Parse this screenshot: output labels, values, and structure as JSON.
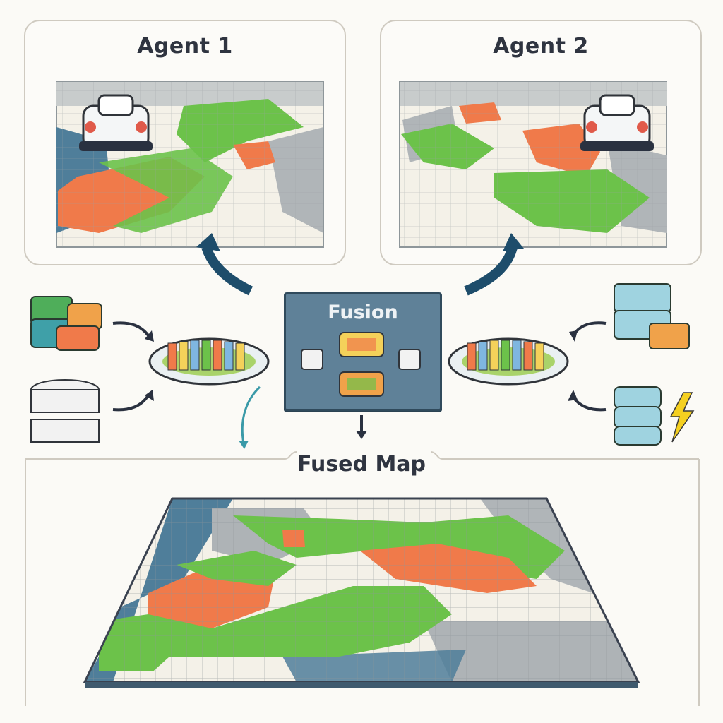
{
  "agents": [
    {
      "title": "Agent 1"
    },
    {
      "title": "Agent 2"
    }
  ],
  "fusion": {
    "title": "Fusion"
  },
  "fused_map": {
    "title": "Fused Map"
  },
  "colors": {
    "free": "#f4f1e8",
    "vegetation": "#6cc24a",
    "obstacle": "#f07a4a",
    "unknown": "#aeb3b6",
    "water": "#4f7e9a",
    "fusion_box": "#5f8198"
  },
  "icons": [
    "robot-icon",
    "database-icon",
    "arrow-icon",
    "lightning-icon",
    "data-processor-icon"
  ]
}
